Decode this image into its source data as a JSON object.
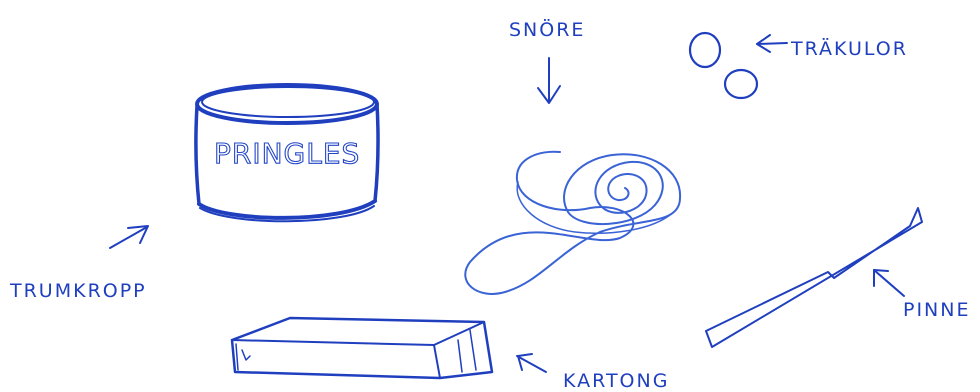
{
  "labels": {
    "drum_body": "TRUMKROPP",
    "string": "SNÖRE",
    "wooden_beads": "TRÄKULOR",
    "stick": "PINNE",
    "cardboard": "KARTONG",
    "can_brand": "PRINGLES"
  },
  "colors": {
    "ink": "#1f3fbf",
    "ink_light": "#3a63d6",
    "background": "#ffffff"
  }
}
